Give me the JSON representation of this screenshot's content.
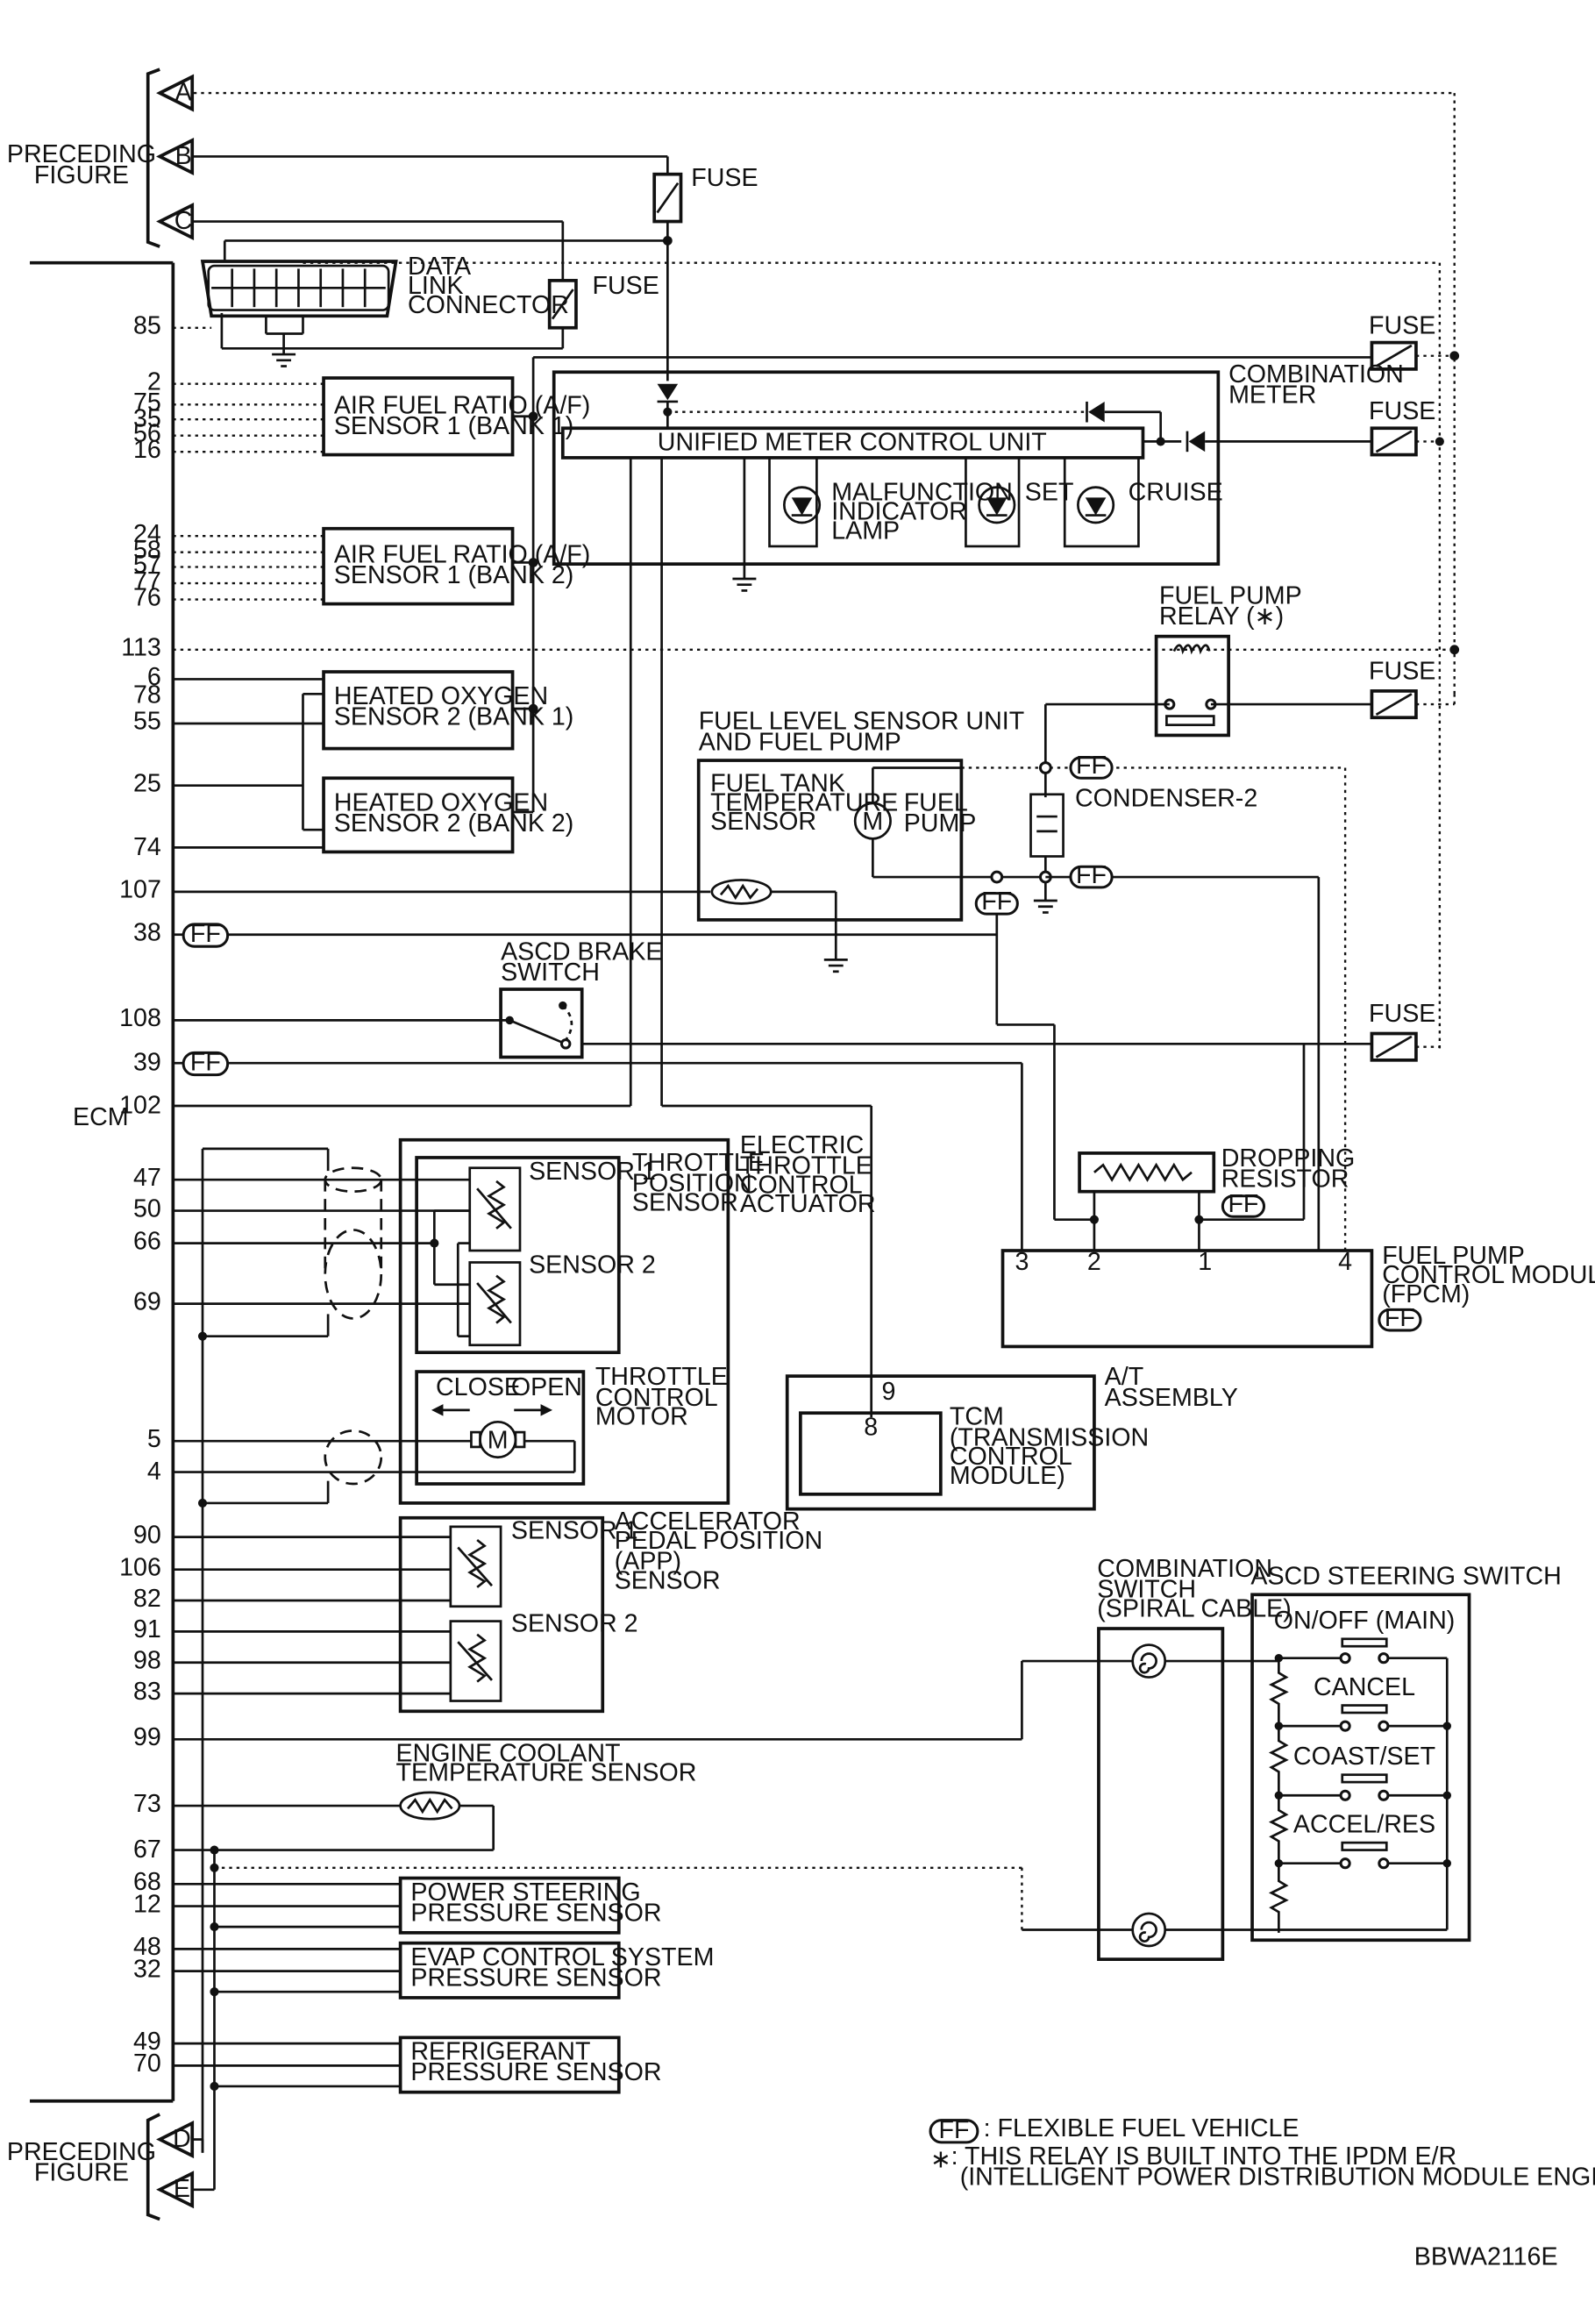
{
  "preceding_top": {
    "label_line1": "PRECEDING",
    "label_line2": "FIGURE",
    "connectors": [
      "A",
      "B",
      "C"
    ]
  },
  "preceding_bottom": {
    "label_line1": "PRECEDING",
    "label_line2": "FIGURE",
    "connectors": [
      "D",
      "E"
    ]
  },
  "ecm": {
    "label": "ECM",
    "pins": [
      "85",
      "2",
      "75",
      "35",
      "56",
      "16",
      "24",
      "58",
      "57",
      "77",
      "76",
      "113",
      "6",
      "78",
      "55",
      "25",
      "74",
      "107",
      "38",
      "108",
      "39",
      "102",
      "47",
      "50",
      "66",
      "69",
      "5",
      "4",
      "90",
      "106",
      "82",
      "91",
      "98",
      "83",
      "99",
      "73",
      "67",
      "68",
      "12",
      "48",
      "32",
      "49",
      "70"
    ]
  },
  "fuse_label": "FUSE",
  "ff": "FF",
  "components": {
    "dlc": [
      "DATA",
      "LINK",
      "CONNECTOR"
    ],
    "af_b1": [
      "AIR FUEL RATIO (A/F)",
      "SENSOR 1 (BANK 1)"
    ],
    "af_b2": [
      "AIR FUEL RATIO (A/F)",
      "SENSOR 1 (BANK 2)"
    ],
    "ho2_b1": [
      "HEATED OXYGEN",
      "SENSOR 2 (BANK 1)"
    ],
    "ho2_b2": [
      "HEATED OXYGEN",
      "SENSOR 2 (BANK 2)"
    ],
    "combination_meter": [
      "COMBINATION",
      "METER"
    ],
    "umcu": "UNIFIED METER CONTROL UNIT",
    "mil": [
      "MALFUNCTION",
      "INDICATOR",
      "LAMP"
    ],
    "set": "SET",
    "cruise": "CRUISE",
    "fuel_pump_relay": [
      "FUEL PUMP",
      "RELAY (∗)"
    ],
    "fuel_level_unit": [
      "FUEL LEVEL SENSOR UNIT",
      "AND FUEL PUMP"
    ],
    "fuel_tank_temp": [
      "FUEL TANK",
      "TEMPERATURE",
      "SENSOR"
    ],
    "fuel_pump": [
      "FUEL",
      "PUMP"
    ],
    "motor_symbol": "M",
    "condenser": "CONDENSER-2",
    "ascd_brake": [
      "ASCD BRAKE",
      "SWITCH"
    ],
    "dropping_resistor": [
      "DROPPING",
      "RESISTOR"
    ],
    "fpcm": [
      "FUEL PUMP",
      "CONTROL MODULE",
      "(FPCM)"
    ],
    "fpcm_pins": [
      "3",
      "2",
      "1",
      "4"
    ],
    "etca": [
      "ELECTRIC",
      "THROTTLE",
      "CONTROL",
      "ACTUATOR"
    ],
    "tps": [
      "THROTTLE",
      "POSITION",
      "SENSOR"
    ],
    "sensor1": "SENSOR 1",
    "sensor2": "SENSOR 2",
    "throttle_motor": [
      "THROTTLE",
      "CONTROL",
      "MOTOR"
    ],
    "close": "CLOSE",
    "open": "OPEN",
    "at_assembly": [
      "A/T",
      "ASSEMBLY"
    ],
    "tcm": [
      "TCM",
      "(TRANSMISSION",
      "CONTROL",
      "MODULE)"
    ],
    "tcm_pins": [
      "9",
      "8"
    ],
    "app": [
      "ACCELERATOR",
      "PEDAL POSITION",
      "(APP)",
      "SENSOR"
    ],
    "combination_switch": [
      "COMBINATION",
      "SWITCH",
      "(SPIRAL CABLE)"
    ],
    "ascd_steering": "ASCD STEERING SWITCH",
    "ascd_buttons": [
      "ON/OFF (MAIN)",
      "CANCEL",
      "COAST/SET",
      "ACCEL/RES"
    ],
    "ect": [
      "ENGINE COOLANT",
      "TEMPERATURE SENSOR"
    ],
    "ps": [
      "POWER STEERING",
      "PRESSURE SENSOR"
    ],
    "evap": [
      "EVAP CONTROL SYSTEM",
      "PRESSURE SENSOR"
    ],
    "refrig": [
      "REFRIGERANT",
      "PRESSURE SENSOR"
    ]
  },
  "legend": {
    "ff_text": ": FLEXIBLE FUEL VEHICLE",
    "star": "∗",
    "relay_note_line1": ": THIS RELAY IS BUILT INTO THE IPDM E/R",
    "relay_note_line2": "(INTELLIGENT POWER DISTRIBUTION MODULE ENGINE ROOM)"
  },
  "figure_code": "BBWA2116E"
}
